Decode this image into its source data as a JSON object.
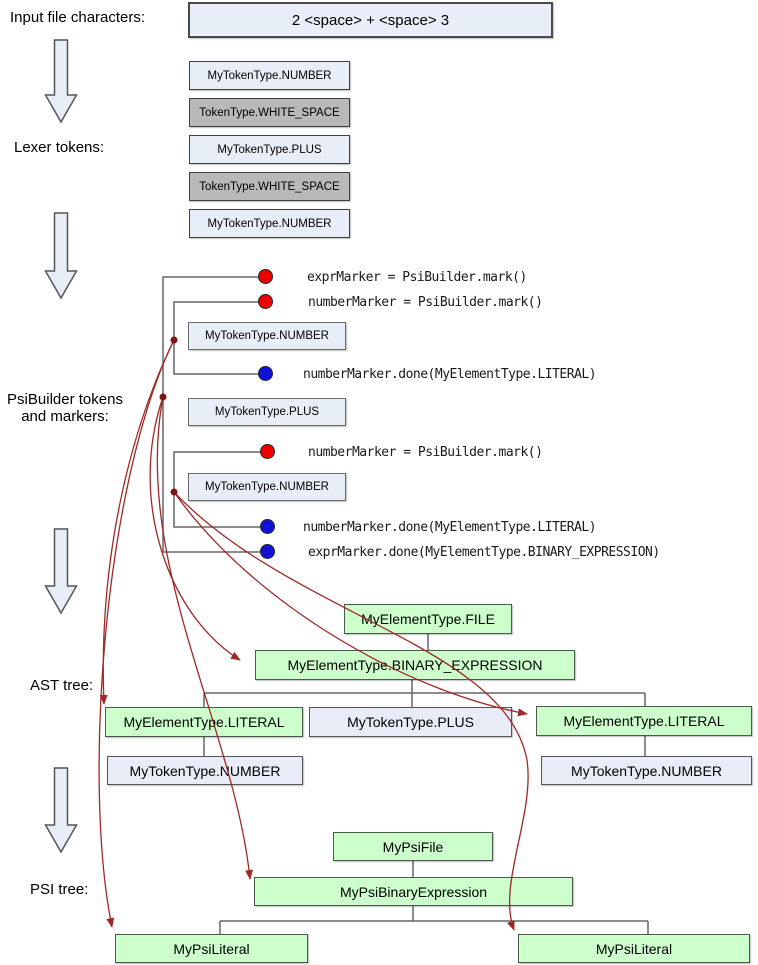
{
  "stage_labels": {
    "input": "Input file characters:",
    "lexer": "Lexer tokens:",
    "psibuilder_line1": "PsiBuilder tokens",
    "psibuilder_line2": "and markers:",
    "ast": "AST tree:",
    "psi": "PSI tree:"
  },
  "input": {
    "value": "2 <space> + <space> 3"
  },
  "lexer": {
    "tokens": [
      "MyTokenType.NUMBER",
      "TokenType.WHITE_SPACE",
      "MyTokenType.PLUS",
      "TokenType.WHITE_SPACE",
      "MyTokenType.NUMBER"
    ]
  },
  "psibuilder": {
    "calls": [
      "exprMarker = PsiBuilder.mark()",
      "numberMarker = PsiBuilder.mark()",
      "numberMarker.done(MyElementType.LITERAL)",
      "numberMarker = PsiBuilder.mark()",
      "numberMarker.done(MyElementType.LITERAL)",
      "exprMarker.done(MyElementType.BINARY_EXPRESSION)"
    ],
    "tokens": [
      "MyTokenType.NUMBER",
      "MyTokenType.PLUS",
      "MyTokenType.NUMBER"
    ]
  },
  "ast": {
    "root": "MyElementType.FILE",
    "binary": "MyElementType.BINARY_EXPRESSION",
    "left_literal": "MyElementType.LITERAL",
    "plus": "MyTokenType.PLUS",
    "right_literal": "MyElementType.LITERAL",
    "left_number": "MyTokenType.NUMBER",
    "right_number": "MyTokenType.NUMBER"
  },
  "psi": {
    "file": "MyPsiFile",
    "binary": "MyPsiBinaryExpression",
    "left_literal": "MyPsiLiteral",
    "right_literal": "MyPsiLiteral"
  },
  "colors": {
    "box_light_fill": "#e8eef7",
    "box_gray_fill": "#b9b9b9",
    "box_green_fill": "#ccffcc",
    "marker_red": "#ee0000",
    "marker_blue": "#1212d6",
    "curve_red": "#a02828",
    "connector_gray": "#666666"
  }
}
